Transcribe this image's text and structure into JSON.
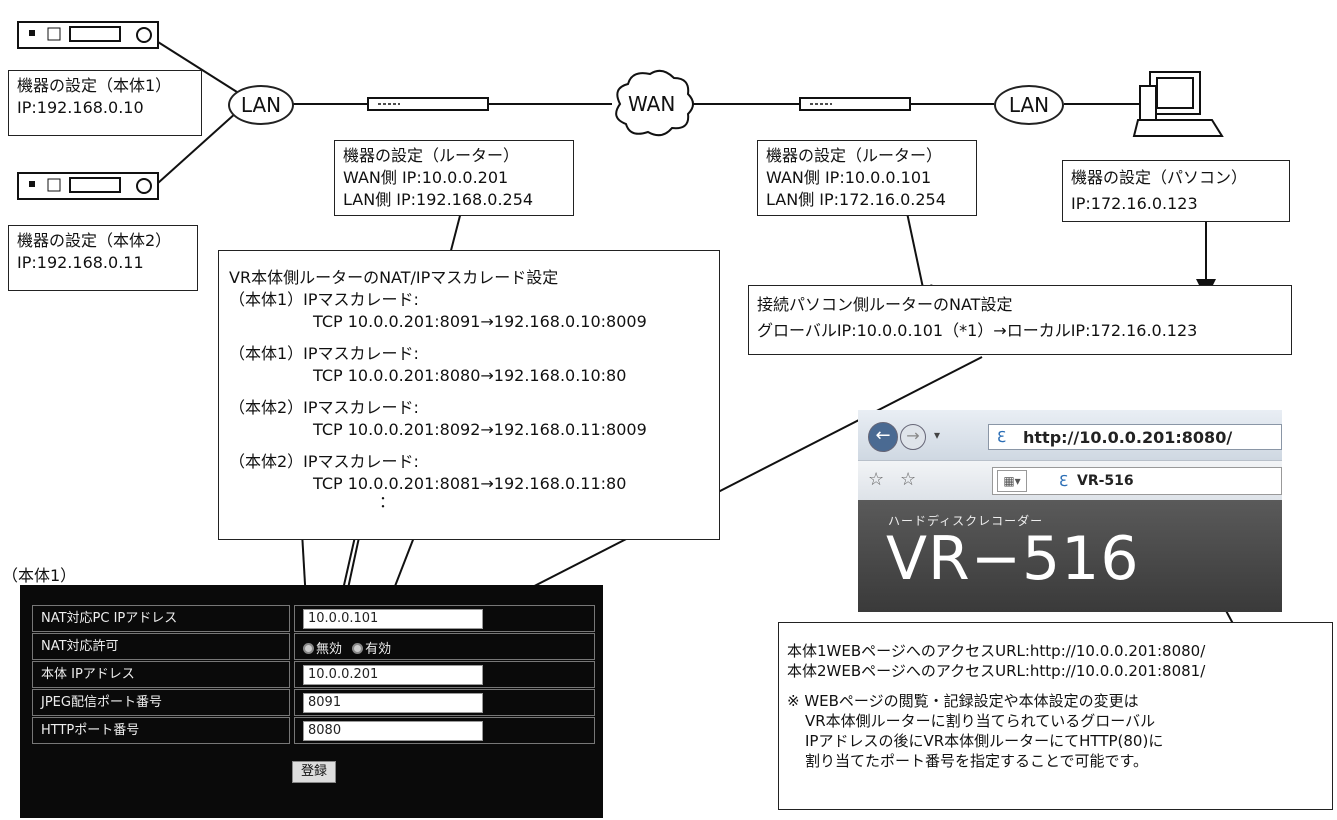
{
  "lan_label": "LAN",
  "wan_label": "WAN",
  "device1": {
    "title": "機器の設定（本体1）",
    "ip": "IP:192.168.0.10"
  },
  "device2": {
    "title": "機器の設定（本体2）",
    "ip": "IP:192.168.0.11"
  },
  "router_left": {
    "title": "機器の設定（ルーター）",
    "wan": "WAN側 IP:10.0.0.201",
    "lan": "LAN側 IP:192.168.0.254"
  },
  "router_right": {
    "title": "機器の設定（ルーター）",
    "wan": "WAN側 IP:10.0.0.101",
    "lan": "LAN側 IP:172.16.0.254"
  },
  "pc": {
    "title": "機器の設定（パソコン）",
    "ip": "IP:172.16.0.123"
  },
  "nat_vr": {
    "title": "VR本体側ルーターのNAT/IPマスカレード設定",
    "entries": [
      {
        "label": "（本体1）IPマスカレード:",
        "rule": "TCP 10.0.0.201:8091→192.168.0.10:8009"
      },
      {
        "label": "（本体1）IPマスカレード:",
        "rule": "TCP 10.0.0.201:8080→192.168.0.10:80"
      },
      {
        "label": "（本体2）IPマスカレード:",
        "rule": "TCP 10.0.0.201:8092→192.168.0.11:8009"
      },
      {
        "label": "（本体2）IPマスカレード:",
        "rule": "TCP 10.0.0.201:8081→192.168.0.11:80"
      }
    ],
    "ellipsis": "："
  },
  "nat_pc": {
    "title": "接続パソコン側ルーターのNAT設定",
    "rule": "グローバルIP:10.0.0.101（*1）→ローカルIP:172.16.0.123"
  },
  "panel": {
    "caption": "（本体1）",
    "rows": [
      {
        "label": "NAT対応PC IPアドレス",
        "value": "10.0.0.101"
      },
      {
        "label": "NAT対応許可",
        "opt_off": "無効",
        "opt_on": "有効"
      },
      {
        "label": "本体 IPアドレス",
        "value": "10.0.0.201"
      },
      {
        "label": "JPEG配信ポート番号",
        "value": "8091"
      },
      {
        "label": "HTTPポート番号",
        "value": "8080"
      }
    ],
    "register": "登録"
  },
  "browser": {
    "url": "http://10.0.0.201:8080/",
    "tab": "VR-516",
    "subtitle": "ハードディスクレコーダー",
    "title": "VR−516"
  },
  "access": {
    "url1": "本体1WEBページへのアクセスURL:http://10.0.0.201:8080/",
    "url2": "本体2WEBページへのアクセスURL:http://10.0.0.201:8081/",
    "note1": "※ WEBページの閲覧・記録設定や本体設定の変更は",
    "note2": "VR本体側ルーターに割り当てられているグローバル",
    "note3": "IPアドレスの後にVR本体側ルーターにてHTTP(80)に",
    "note4": "割り当てたポート番号を指定することで可能です。"
  }
}
